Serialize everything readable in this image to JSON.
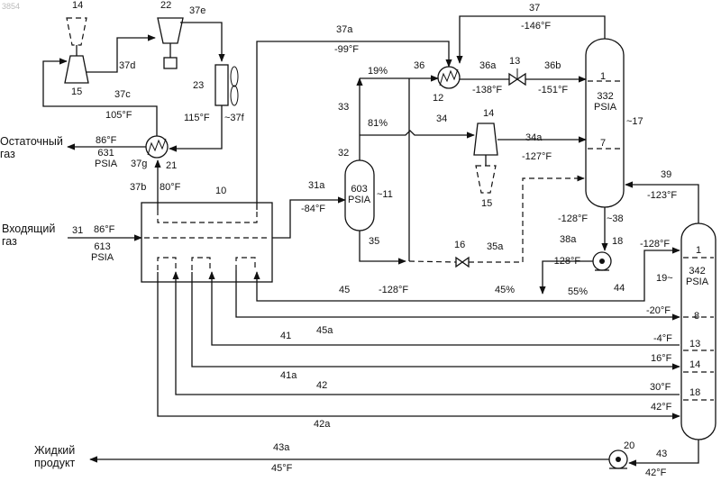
{
  "watermark": "3854",
  "labels": {
    "residue_gas": "Остаточный\nгаз",
    "inlet_gas": "Входящий\nгаз",
    "liquid_product": "Жидкий\nпродукт",
    "residue_temp": "86°F",
    "residue_pressure": "631\nPSIA",
    "inlet_temp": "86°F",
    "inlet_pressure": "613\nPSIA",
    "s31": "31",
    "s37g": "37g",
    "s21": "21",
    "s37b": "37b",
    "t37b": "80°F",
    "s10": "10",
    "s37c": "37c",
    "t37c": "105°F",
    "s15_top": "15",
    "s14_top": "14",
    "s22": "22",
    "s37e": "37e",
    "s37d": "37d",
    "s23": "23",
    "t37f": "115°F",
    "s37f": "~37f",
    "s37a": "37a",
    "t37a": "-99°F",
    "s37": "37",
    "t37": "-146°F",
    "s36": "36",
    "s12": "12",
    "s36a": "36a",
    "t36a": "-138°F",
    "s13": "13",
    "s36b": "36b",
    "t36b": "-151°F",
    "p19pct": "19%",
    "s33": "33",
    "p81pct": "81%",
    "s34": "34",
    "s14_mid": "14",
    "s34a": "34a",
    "t34a": "-127°F",
    "s15_mid": "15",
    "s32": "32",
    "sep_pressure": "603\nPSIA",
    "s11": "~11",
    "s31a": "31a",
    "t31a": "-84°F",
    "s35": "35",
    "s16": "16",
    "s35a": "35a",
    "col17_tray1": "1",
    "col17_tray7": "7",
    "col17_pressure": "332\nPSIA",
    "s17": "~17",
    "t38": "-128°F",
    "s38": "~38",
    "s38a": "38a",
    "t38a": "-128°F",
    "s18": "18",
    "s39": "39",
    "t39": "-123°F",
    "t_col19_top": "-128°F",
    "col19_tray1": "1",
    "col19_pressure": "342\nPSIA",
    "s19": "19~",
    "s45": "45",
    "t45": "-128°F",
    "p45pct": "45%",
    "p55pct": "55%",
    "s44": "44",
    "t_col19_8": "-20°F",
    "s45a": "45a",
    "col19_tray8": "8",
    "s41": "41",
    "t_col19_13": "-4°F",
    "col19_tray13": "13",
    "s41a": "41a",
    "t_col19_14": "16°F",
    "col19_tray14": "14",
    "s42": "42",
    "t_col19_18": "30°F",
    "col19_tray18": "18",
    "s42a": "42a",
    "t42a": "42°F",
    "s43a": "43a",
    "t43a": "45°F",
    "s20": "20",
    "s43": "43",
    "t43": "42°F"
  }
}
